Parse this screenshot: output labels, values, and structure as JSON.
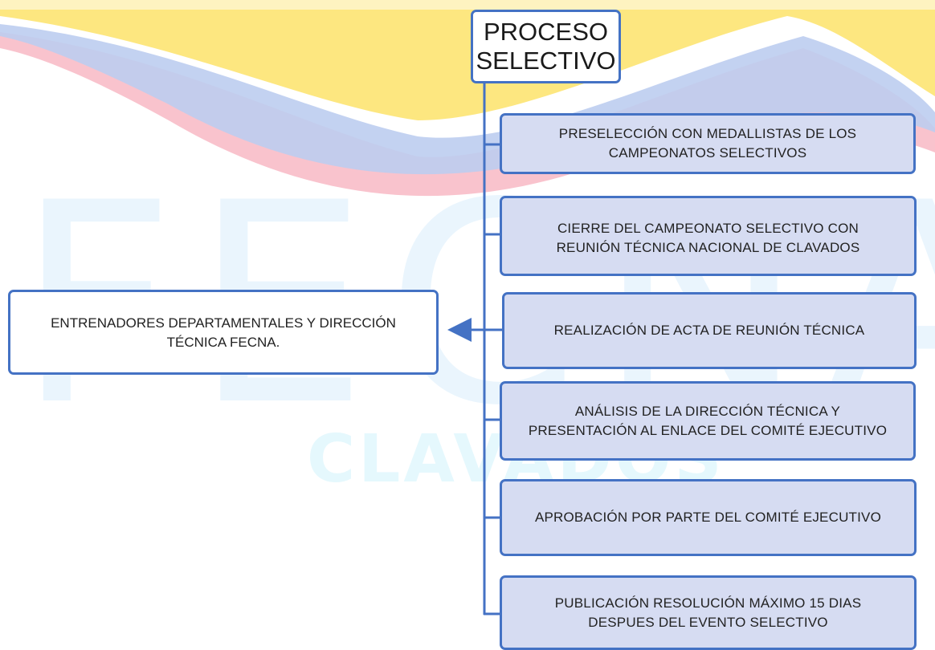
{
  "diagram": {
    "type": "org-chart",
    "colors": {
      "box_border": "#4472c4",
      "step_fill": "#d6dcf2",
      "connector": "#4472c4",
      "flag_yellow": "#fde36a",
      "flag_blue": "#bccdf0",
      "flag_red": "#f8bcc8",
      "watermark": "#eaf5fd"
    },
    "root": {
      "line1": "PROCESO",
      "line2": "SELECTIVO"
    },
    "steps": [
      {
        "line1": "PRESELECCIÓN CON MEDALLISTAS DE LOS",
        "line2": "CAMPEONATOS SELECTIVOS"
      },
      {
        "line1": "CIERRE DEL CAMPEONATO SELECTIVO CON",
        "line2": "REUNIÓN TÉCNICA NACIONAL DE CLAVADOS"
      },
      {
        "line1": "REALIZACIÓN DE ACTA DE REUNIÓN TÉCNICA"
      },
      {
        "line1": "ANÁLISIS DE LA DIRECCIÓN TÉCNICA Y",
        "line2": "PRESENTACIÓN AL ENLACE DEL COMITÉ EJECUTIVO"
      },
      {
        "line1": "APROBACIÓN POR PARTE DEL COMITÉ EJECUTIVO"
      },
      {
        "line1": "PUBLICACIÓN RESOLUCIÓN MÁXIMO 15 DIAS",
        "line2": "DESPUES DEL EVENTO SELECTIVO"
      }
    ],
    "side_note": {
      "line1": "ENTRENADORES DEPARTAMENTALES Y DIRECCIÓN",
      "line2": "TÉCNICA FECNA.",
      "linked_step": 3
    },
    "watermark": {
      "main": "FECNA",
      "sub": "CLAVADOS"
    }
  }
}
